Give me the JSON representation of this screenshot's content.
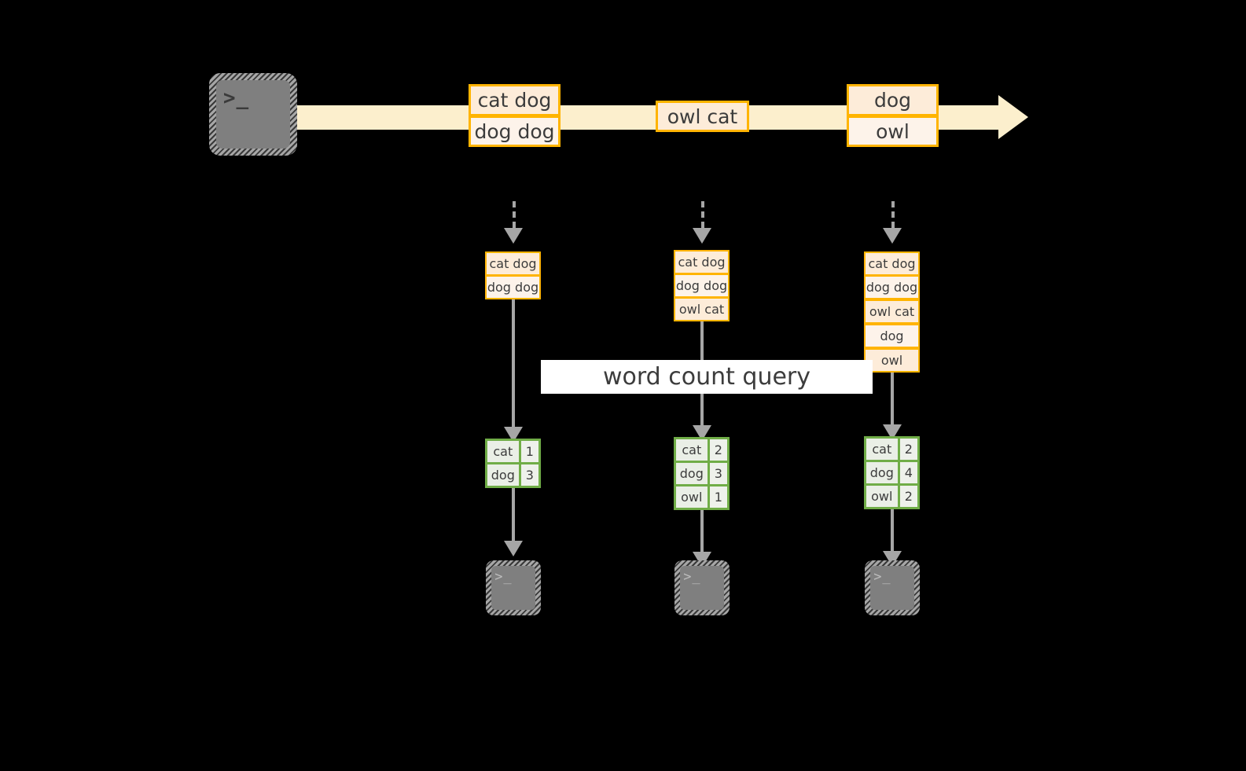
{
  "diagram": {
    "title_label": "word count query",
    "source": {
      "icon": "terminal-icon",
      "prompt": ">_"
    },
    "stream": {
      "icon": "stream-arrow-icon",
      "groups": [
        {
          "events": [
            "cat dog",
            "dog dog"
          ]
        },
        {
          "events": [
            "owl cat"
          ]
        },
        {
          "events": [
            "dog",
            "owl"
          ]
        }
      ]
    },
    "snapshots": [
      {
        "name": "snapshot-1",
        "events": [
          "cat dog",
          "dog dog"
        ],
        "counts": [
          {
            "word": "cat",
            "count": "1"
          },
          {
            "word": "dog",
            "count": "3"
          }
        ],
        "sink": {
          "icon": "terminal-icon",
          "prompt": ">_"
        }
      },
      {
        "name": "snapshot-2",
        "events": [
          "cat dog",
          "dog dog",
          "owl cat"
        ],
        "counts": [
          {
            "word": "cat",
            "count": "2"
          },
          {
            "word": "dog",
            "count": "3"
          },
          {
            "word": "owl",
            "count": "1"
          }
        ],
        "sink": {
          "icon": "terminal-icon",
          "prompt": ">_"
        }
      },
      {
        "name": "snapshot-3",
        "events": [
          "cat dog",
          "dog dog",
          "owl cat",
          "dog",
          "owl"
        ],
        "counts": [
          {
            "word": "cat",
            "count": "2"
          },
          {
            "word": "dog",
            "count": "4"
          },
          {
            "word": "owl",
            "count": "2"
          }
        ],
        "sink": {
          "icon": "terminal-icon",
          "prompt": ">_"
        }
      }
    ],
    "colors": {
      "stream": "#fcefcd",
      "event_border": "#ffb400",
      "event_fill": "#fdecd9",
      "event_fill_alt": "#fdf3ea",
      "count_border": "#70ad47",
      "count_fill": "#eaefe6",
      "connector": "#a6a6a6",
      "terminal": "#7f7f7f",
      "background": "#000000",
      "label_bg": "#ffffff"
    }
  }
}
